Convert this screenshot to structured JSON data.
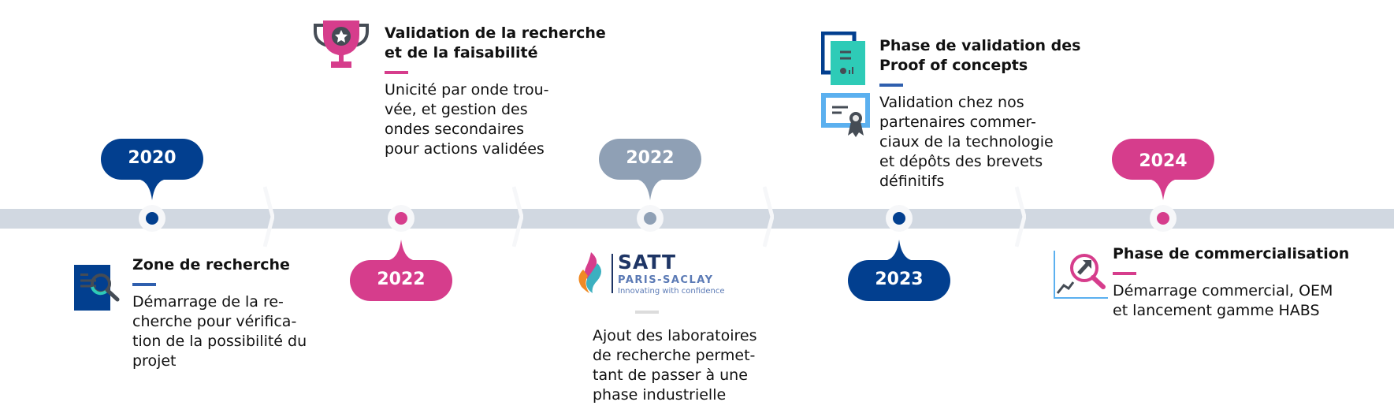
{
  "colors": {
    "navy": "#023f8f",
    "pink": "#d63d8c",
    "gray": "#8fa0b5",
    "track": "#d1d8e1",
    "teal": "#2ecbb7",
    "sky": "#5bb0ef",
    "dark": "#454c55"
  },
  "timeline": {
    "milestones": [
      {
        "year": "2020",
        "title": "Zone de recherche",
        "description": "Démarrage de la re-\ncherche pour vérifica-\ntion de la possibilité du\nprojet",
        "icon": "document-search-icon"
      },
      {
        "year": "2022",
        "title": "Validation de la recherche\net de la faisabilité",
        "description": "Unicité par onde trou-\nvée, et gestion des\nondes secondaires\npour actions validées",
        "icon": "trophy-icon"
      },
      {
        "year": "2022",
        "logo": {
          "name": "SATT",
          "subtitle": "PARIS-SACLAY",
          "tagline": "Innovating with confidence"
        },
        "description": "Ajout des laboratoires\nde recherche permet-\ntant de passer à une\nphase industrielle",
        "icon": "satt-logo-icon"
      },
      {
        "year": "2023",
        "title": "Phase de validation des\nProof of concepts",
        "description": "Validation chez nos\npartenaires commer-\nciaux de la technologie\net dépôts des brevets\ndéfinitifs",
        "icon": "document-chart-icon"
      },
      {
        "year": "2024",
        "title": "Phase de commercialisation",
        "description": "Démarrage commercial, OEM\net lancement gamme HABS",
        "icon": "growth-magnifier-icon"
      }
    ]
  }
}
